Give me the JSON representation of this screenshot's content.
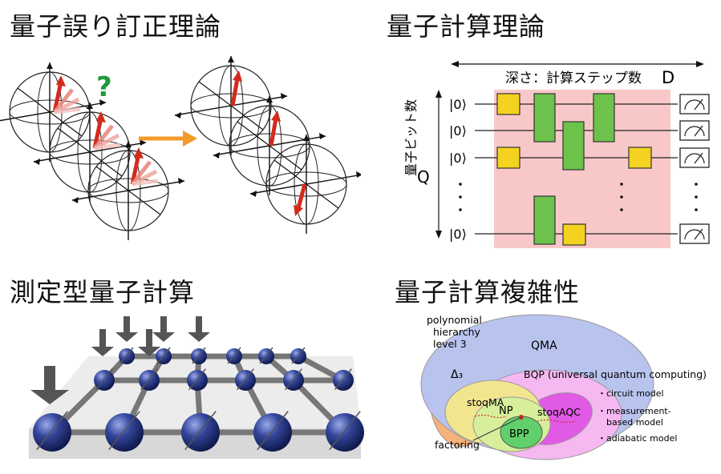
{
  "panels": {
    "qec": {
      "title": "量子誤り訂正理論",
      "question_mark": "?"
    },
    "qct": {
      "title": "量子計算理論",
      "depth_label": "深さ：計算ステップ数",
      "depth_symbol": "D",
      "qubit_label": "量子ビット数",
      "qubit_symbol": "Q",
      "kets": [
        "|0⟩",
        "|0⟩",
        "|0⟩",
        "|0⟩"
      ],
      "dots": "·\n·\n·"
    },
    "mbqc": {
      "title": "測定型量子計算"
    },
    "complexity": {
      "title": "量子計算複雑性",
      "ph_label": [
        "polynomial",
        "hierarchy",
        "level 3"
      ],
      "delta3": "Δ₃",
      "qma": "QMA",
      "bqp": "BQP (universal quantum computing)",
      "stoqma": "stoqMA",
      "np": "NP",
      "stoqaqc": "stoqAQC",
      "bpp": "BPP",
      "factoring": "factoring",
      "models": [
        "・circuit model",
        "・measurement-",
        "based model",
        "・adiabatic model"
      ]
    }
  },
  "colors": {
    "arrow_orange": "#f39a2b",
    "question_green": "#1f9a3a",
    "gate_yellow": "#f5d21f",
    "gate_green": "#6cc24a",
    "circuit_bg": "#f8c8c8",
    "qma": "#b9c4ee",
    "delta3": "#f5b27a",
    "bqp": "#f5b8f0",
    "stoqaqc": "#e05ae5",
    "stoqma": "#f2e590",
    "np": "#d7ee9a",
    "bpp": "#61d06b",
    "sphere_blue": "#2a3d8f"
  },
  "icons": {
    "bloch": "bloch-sphere-icon",
    "meter": "measurement-meter-icon"
  }
}
